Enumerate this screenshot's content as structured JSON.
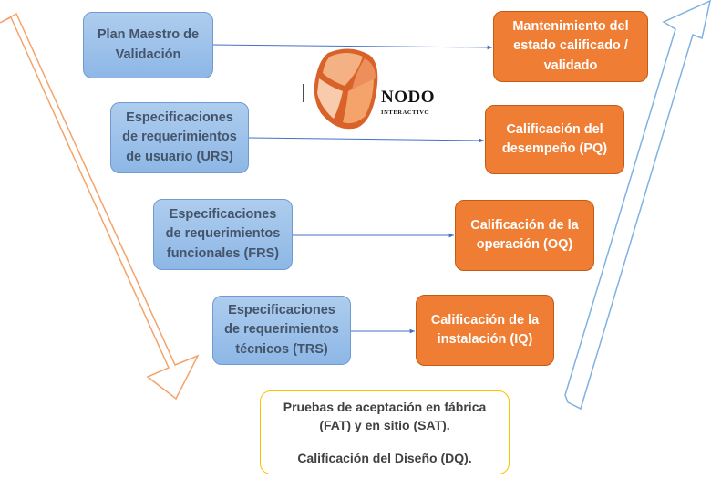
{
  "left_boxes": [
    {
      "id": "pmv",
      "label": "Plan Maestro de Validación"
    },
    {
      "id": "urs",
      "label": "Especificaciones de requerimientos de usuario (URS)"
    },
    {
      "id": "frs",
      "label": "Especificaciones de requerimientos funcionales (FRS)"
    },
    {
      "id": "trs",
      "label": "Especificaciones de requerimientos técnicos (TRS)"
    }
  ],
  "right_boxes": [
    {
      "id": "mant",
      "label": "Mantenimiento del estado calificado / validado"
    },
    {
      "id": "pq",
      "label": "Calificación del desempeño (PQ)"
    },
    {
      "id": "oq",
      "label": "Calificación de la operación (OQ)"
    },
    {
      "id": "iq",
      "label": "Calificación de la instalación (IQ)"
    }
  ],
  "bottom_box": {
    "line1": "Pruebas de aceptación en fábrica (FAT) y en sitio (SAT).",
    "line2": "Calificación del Diseño (DQ)."
  },
  "logo": {
    "name": "NODO",
    "tagline": "INTERACTIVO"
  },
  "colors": {
    "blue_box": "#9dc3e6",
    "orange_box": "#ed7d31",
    "bottom_border": "#ffc000",
    "connector": "#4472c4",
    "down_arrow": "#ed7d31",
    "up_arrow": "#5b9bd5"
  }
}
